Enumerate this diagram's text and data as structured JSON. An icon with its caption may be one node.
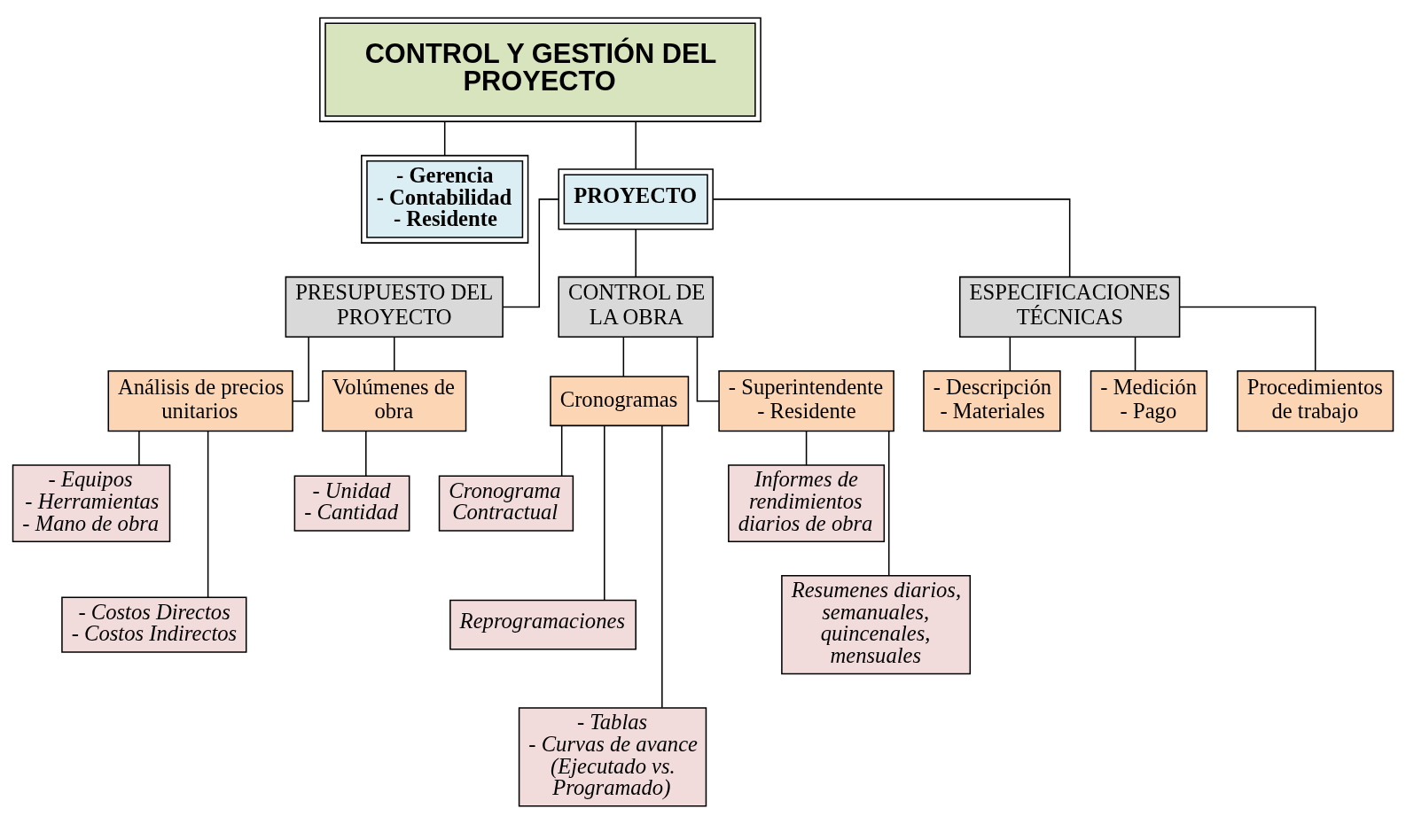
{
  "diagram": {
    "nodes": [
      {
        "text": [
          "CONTROL Y GESTIÓN DEL PROYECTO"
        ]
      },
      {
        "text": [
          "- Gerencia",
          "- Contabilidad",
          "- Residente"
        ]
      },
      {
        "text": [
          "PROYECTO"
        ]
      },
      {
        "text": [
          "PRESUPUESTO DEL PROYECTO"
        ]
      },
      {
        "text": [
          "CONTROL DE LA OBRA"
        ]
      },
      {
        "text": [
          "ESPECIFICACIONES TÉCNICAS"
        ]
      },
      {
        "text": [
          "Análisis de precios unitarios"
        ]
      },
      {
        "text": [
          "Volúmenes de obra"
        ]
      },
      {
        "text": [
          "- Equipos",
          "- Herramientas",
          "- Mano de obra"
        ]
      },
      {
        "text": [
          "- Costos Directos",
          "- Costos Indirectos"
        ]
      },
      {
        "text": [
          "- Unidad",
          "- Cantidad"
        ]
      },
      {
        "text": [
          "Cronogramas"
        ]
      },
      {
        "text": [
          "- Superintendente",
          "- Residente"
        ]
      },
      {
        "text": [
          "Cronograma Contractual"
        ]
      },
      {
        "text": [
          "Reprogramaciones"
        ]
      },
      {
        "text": [
          "- Tablas",
          "- Curvas de avance (Ejecutado vs. Programado)"
        ]
      },
      {
        "text": [
          "Informes de rendimientos diarios de obra"
        ]
      },
      {
        "text": [
          "Resumenes diarios, semanuales, quincenales, mensuales"
        ]
      },
      {
        "text": [
          "- Descripción",
          "- Materiales"
        ]
      },
      {
        "text": [
          "- Medición",
          "- Pago"
        ]
      },
      {
        "text": [
          "Procedimientos de trabajo"
        ]
      }
    ],
    "edges": [
      {
        "from": 0,
        "to": 1,
        "arrow": "none"
      },
      {
        "from": 0,
        "to": 2,
        "arrow": "none"
      },
      {
        "from": 2,
        "to": 3,
        "arrow": "none"
      },
      {
        "from": 2,
        "to": 4,
        "arrow": "none"
      },
      {
        "from": 2,
        "to": 5,
        "arrow": "none"
      },
      {
        "from": 3,
        "to": 6,
        "arrow": "none"
      },
      {
        "from": 3,
        "to": 7,
        "arrow": "none"
      },
      {
        "from": 6,
        "to": 8,
        "arrow": "none"
      },
      {
        "from": 6,
        "to": 9,
        "arrow": "none"
      },
      {
        "from": 7,
        "to": 10,
        "arrow": "none"
      },
      {
        "from": 4,
        "to": 11,
        "arrow": "none"
      },
      {
        "from": 4,
        "to": 12,
        "arrow": "none"
      },
      {
        "from": 11,
        "to": 13,
        "arrow": "none"
      },
      {
        "from": 11,
        "to": 14,
        "arrow": "none"
      },
      {
        "from": 11,
        "to": 15,
        "arrow": "none"
      },
      {
        "from": 12,
        "to": 16,
        "arrow": "none"
      },
      {
        "from": 12,
        "to": 17,
        "arrow": "none"
      },
      {
        "from": 5,
        "to": 18,
        "arrow": "none"
      },
      {
        "from": 5,
        "to": 19,
        "arrow": "none"
      },
      {
        "from": 5,
        "to": 20,
        "arrow": "none"
      }
    ]
  }
}
